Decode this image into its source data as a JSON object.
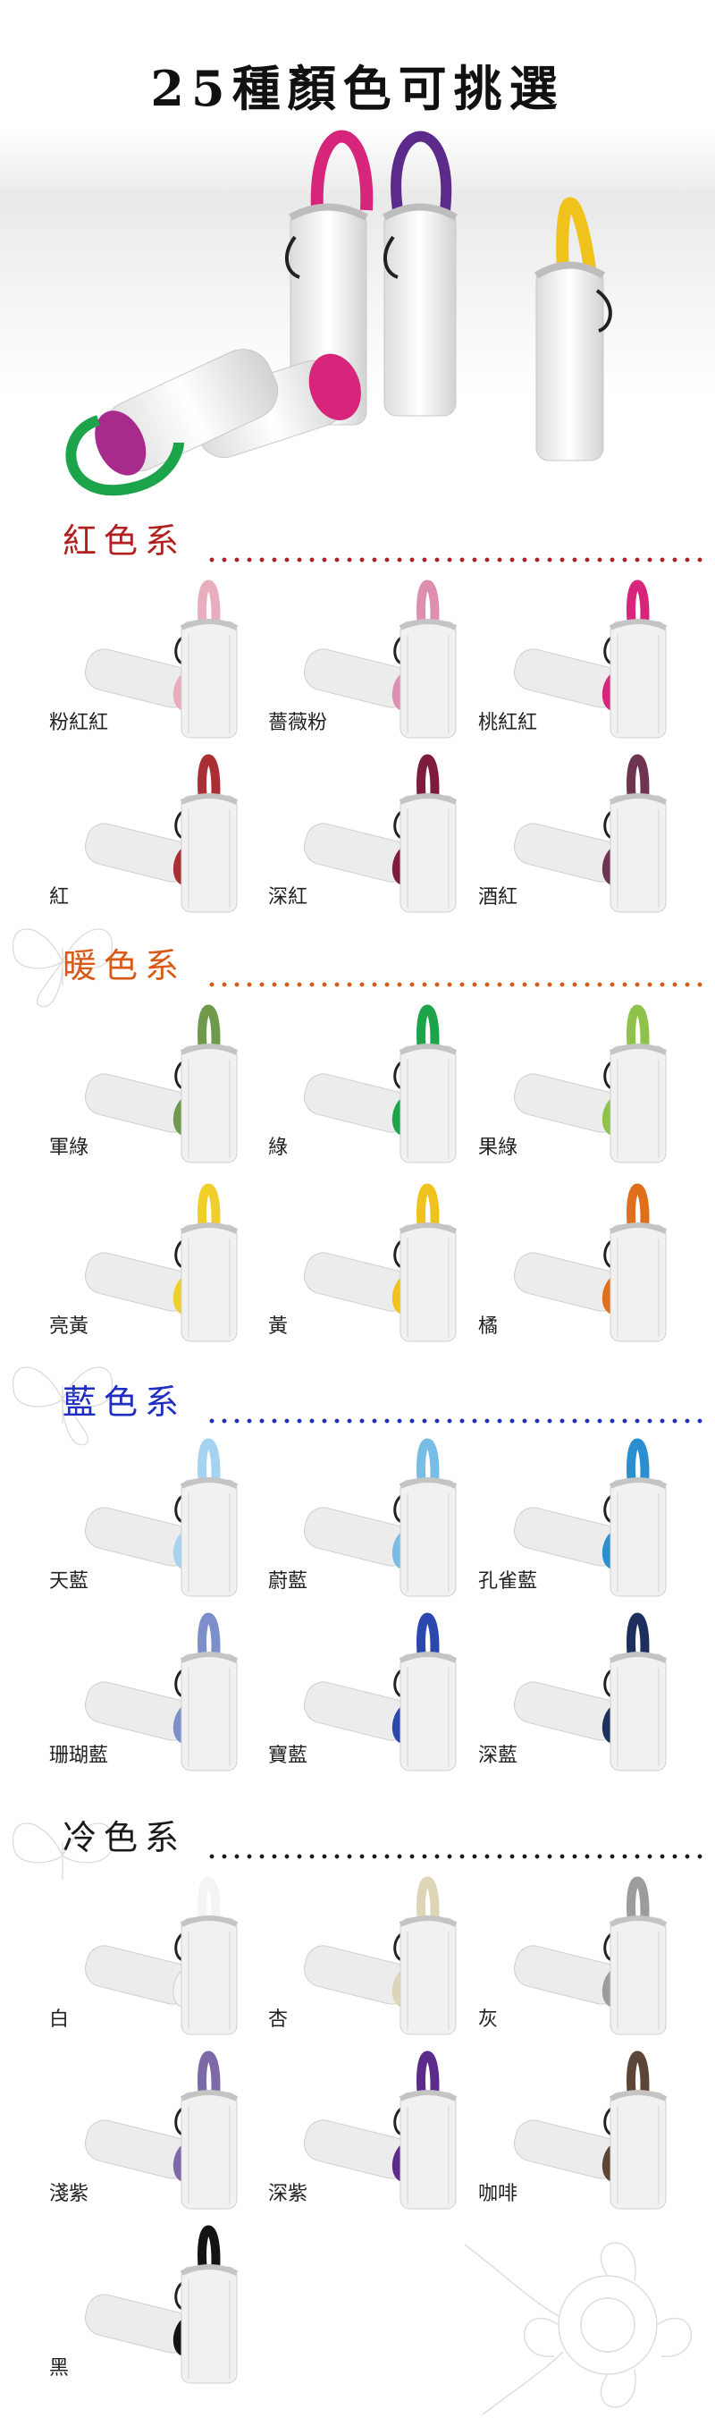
{
  "title": "25種顏色可挑選",
  "groups": [
    {
      "label": "紅色系",
      "color": "#b0201e",
      "items": [
        {
          "name": "粉紅紅",
          "color": "#e9aebe"
        },
        {
          "name": "薔薇粉",
          "color": "#de8fb0"
        },
        {
          "name": "桃紅紅",
          "color": "#d6257a"
        },
        {
          "name": "紅",
          "color": "#a92f35"
        },
        {
          "name": "深紅",
          "color": "#7f1c3b"
        },
        {
          "name": "酒紅",
          "color": "#6e3450"
        }
      ]
    },
    {
      "label": "暖色系",
      "color": "#d95a16",
      "items": [
        {
          "name": "軍綠",
          "color": "#6f9a4b"
        },
        {
          "name": "綠",
          "color": "#1ca44a"
        },
        {
          "name": "果綠",
          "color": "#8ec24a"
        },
        {
          "name": "亮黃",
          "color": "#f1cf2a"
        },
        {
          "name": "黃",
          "color": "#f0c21c"
        },
        {
          "name": "橘",
          "color": "#e06f1c"
        }
      ]
    },
    {
      "label": "藍色系",
      "color": "#1e2ec0",
      "items": [
        {
          "name": "天藍",
          "color": "#a6d3ef"
        },
        {
          "name": "蔚藍",
          "color": "#78bde5"
        },
        {
          "name": "孔雀藍",
          "color": "#2a8fd0"
        },
        {
          "name": "珊瑚藍",
          "color": "#7c8fcb"
        },
        {
          "name": "寶藍",
          "color": "#2a48ad"
        },
        {
          "name": "深藍",
          "color": "#1d2f5c"
        }
      ]
    },
    {
      "label": "冷色系",
      "color": "#1a1a1a",
      "items": [
        {
          "name": "白",
          "color": "#f4f4f4"
        },
        {
          "name": "杏",
          "color": "#ddd5b8"
        },
        {
          "name": "灰",
          "color": "#9c9c9c"
        },
        {
          "name": "淺紫",
          "color": "#7e69a8"
        },
        {
          "name": "深紫",
          "color": "#5b2a8a"
        },
        {
          "name": "咖啡",
          "color": "#5a4536"
        },
        {
          "name": "黑",
          "color": "#141414"
        }
      ]
    }
  ],
  "hero": {
    "strap_colors": [
      "#d6257a",
      "#5b2a8a",
      "#f0c21c",
      "#1ca44a"
    ],
    "cap_colors": [
      "#d6257a",
      "#a82a8c"
    ]
  }
}
